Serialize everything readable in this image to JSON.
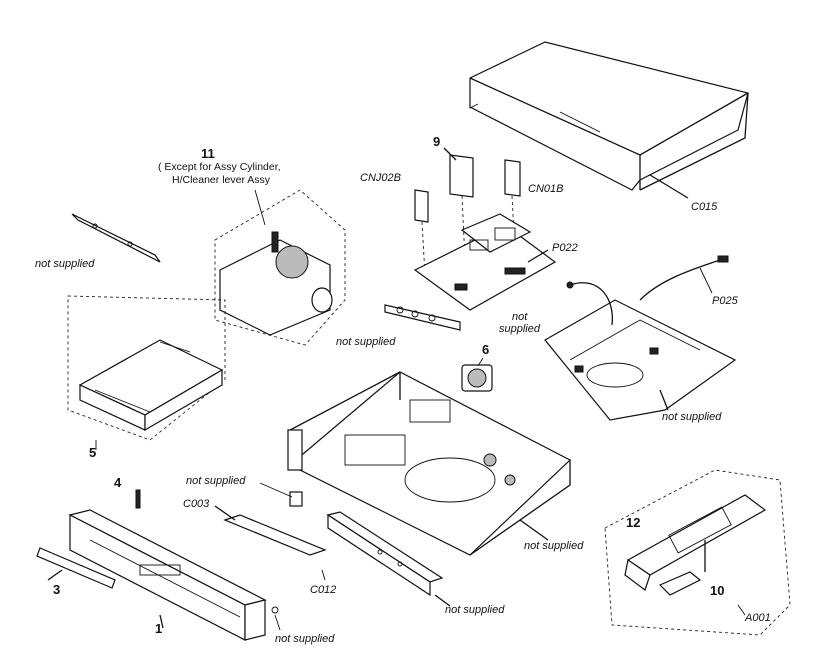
{
  "labels": {
    "p11_num": "11",
    "p11_note_line1": "( Except for Assy Cylinder,",
    "p11_note_line2": "H/Cleaner lever Assy",
    "p9_num": "9",
    "cnj02b": "CNJ02B",
    "cn01b": "CN01B",
    "c015": "C015",
    "p022": "P022",
    "p025": "P025",
    "not_supplied_top_left": "not supplied",
    "not_supplied_board": "not supplied",
    "not_supplied_cable_1": "not",
    "not_supplied_cable_2": "supplied",
    "p6_num": "6",
    "not_supplied_right_board": "not supplied",
    "p5_num": "5",
    "p4_num": "4",
    "not_supplied_bracket": "not supplied",
    "c003": "C003",
    "c012": "C012",
    "not_supplied_chassis": "not supplied",
    "not_supplied_front_board": "not supplied",
    "p3_num": "3",
    "p1_num": "1",
    "not_supplied_bottom": "not supplied",
    "p12_num": "12",
    "p10_num": "10",
    "a001": "A001"
  }
}
